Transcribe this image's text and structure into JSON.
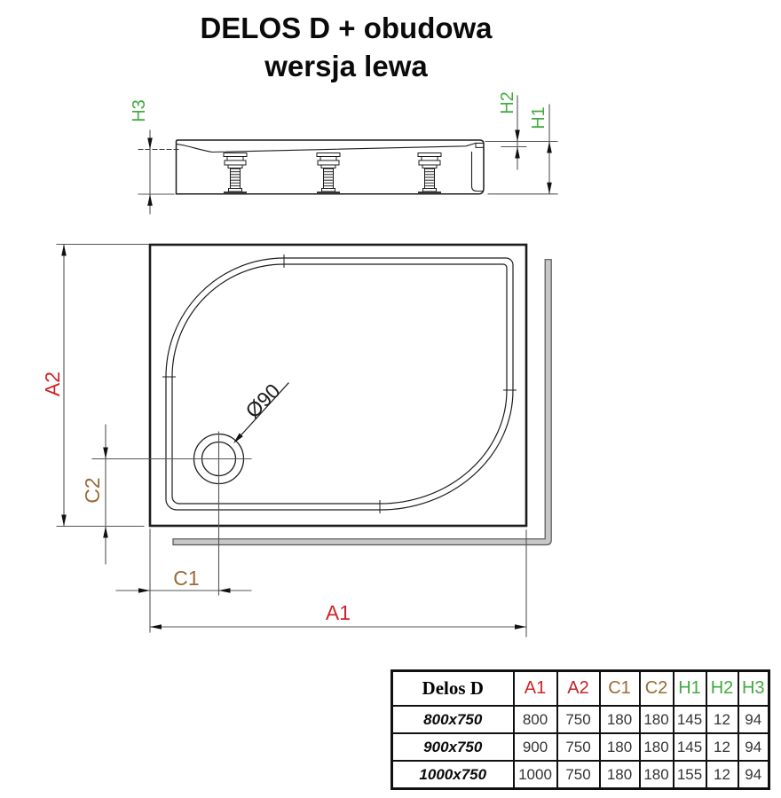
{
  "title": {
    "line1": "DELOS D + obudowa",
    "line2": "wersja lewa"
  },
  "colors": {
    "dimension_red": "#cf2427",
    "dimension_brown": "#9a6b35",
    "dimension_green": "#43aa3f",
    "drawing_line": "#222222",
    "panel_gray": "#c7c7c7"
  },
  "side_view": {
    "labels": {
      "h1": "H1",
      "h2": "H2",
      "h3": "H3"
    }
  },
  "top_view": {
    "labels": {
      "a1": "A1",
      "a2": "A2",
      "c1": "C1",
      "c2": "C2",
      "drain_diameter": "Ø90"
    }
  },
  "table": {
    "header": [
      "Delos D",
      "A1",
      "A2",
      "C1",
      "C2",
      "H1",
      "H2",
      "H3"
    ],
    "rows": [
      [
        "800x750",
        "800",
        "750",
        "180",
        "180",
        "145",
        "12",
        "94"
      ],
      [
        "900x750",
        "900",
        "750",
        "180",
        "180",
        "145",
        "12",
        "94"
      ],
      [
        "1000x750",
        "1000",
        "750",
        "180",
        "180",
        "155",
        "12",
        "94"
      ]
    ]
  }
}
